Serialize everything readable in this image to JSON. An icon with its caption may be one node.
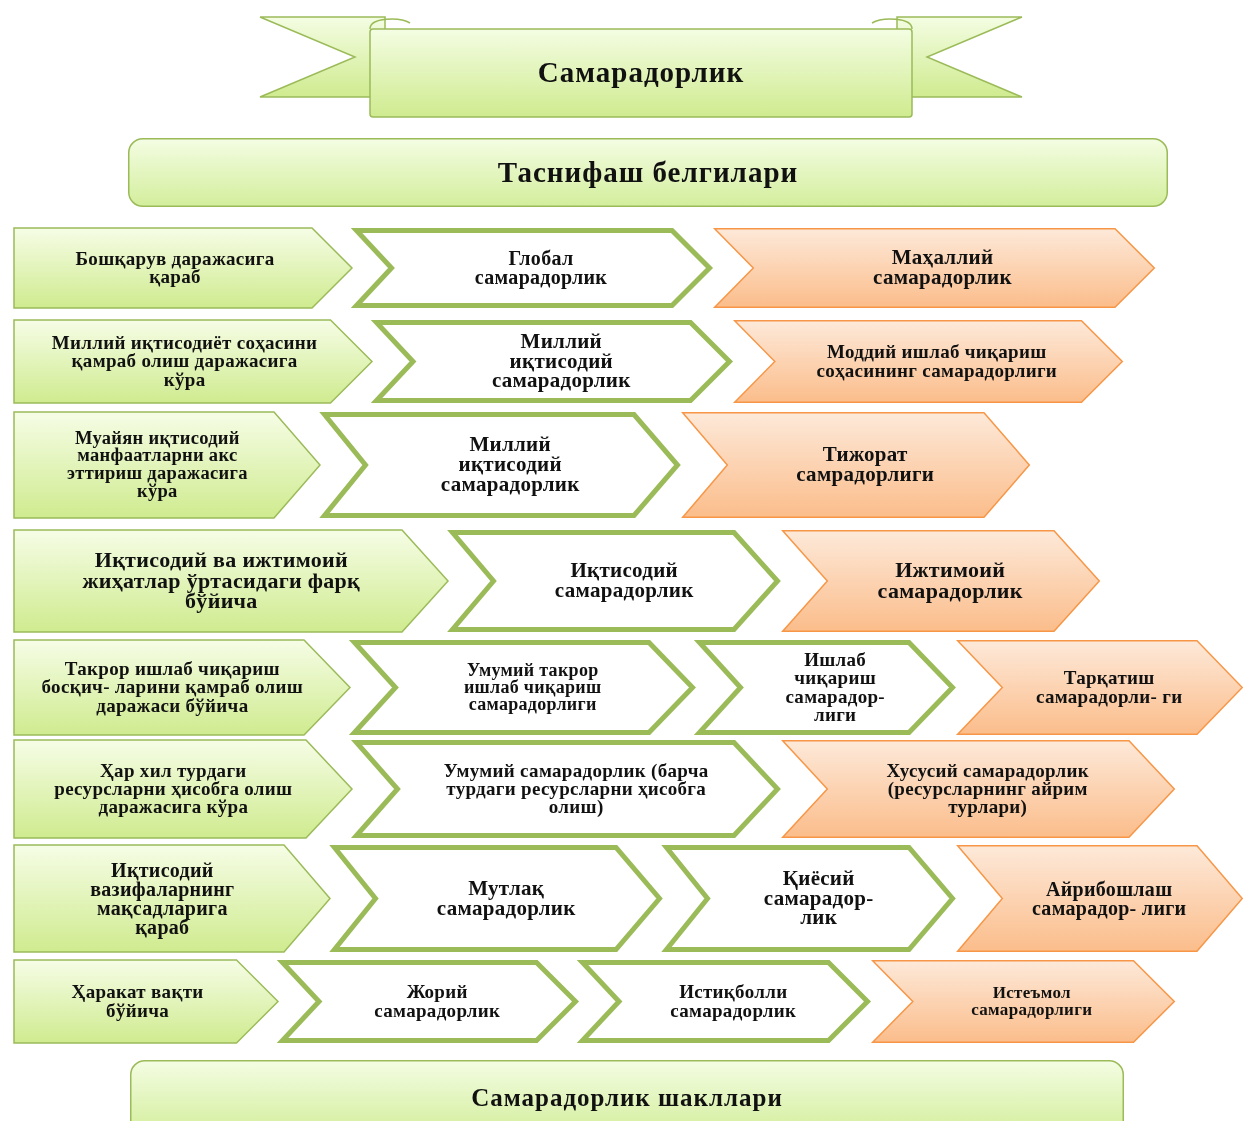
{
  "diagram": {
    "nodes": [
      {
        "text": [
          "Самарадорлик"
        ]
      },
      {
        "text": [
          "Таснифаш белгилари"
        ]
      },
      {
        "text": [
          "Бошқарув даражасига қараб"
        ]
      },
      {
        "text": [
          "Глобал самарадорлик"
        ]
      },
      {
        "text": [
          "Маҳаллий самарадорлик"
        ]
      },
      {
        "text": [
          "Миллий иқтисодиёт соҳасини қамраб олиш даражасига кўра"
        ]
      },
      {
        "text": [
          "Миллий иқтисодий самарадорлик"
        ]
      },
      {
        "text": [
          "Моддий ишлаб чиқариш соҳасининг самарадорлиги"
        ]
      },
      {
        "text": [
          "Муайян иқтисодий манфаатларни акс эттириш даражасига кўра"
        ]
      },
      {
        "text": [
          "Миллий иқтисодий самарадорлик"
        ]
      },
      {
        "text": [
          "Тижорат самрадорлиги"
        ]
      },
      {
        "text": [
          "Иқтисодий ва ижтимоий жиҳатлар ўртасидаги фарқ бўйича"
        ]
      },
      {
        "text": [
          "Иқтисодий самарадорлик"
        ]
      },
      {
        "text": [
          "Ижтимоий самарадорлик"
        ]
      },
      {
        "text": [
          "Такрор ишлаб чиқариш босқич- ларини қамраб олиш даражаси бўйича"
        ]
      },
      {
        "text": [
          "Умумий такрор ишлаб чиқариш самарадорлиги"
        ]
      },
      {
        "text": [
          "Ишлаб чиқариш самарадор- лиги"
        ]
      },
      {
        "text": [
          "Тарқатиш самарадорли- ги"
        ]
      },
      {
        "text": [
          "Ҳар хил турдаги ресурсларни ҳисобга олиш даражасига кўра"
        ]
      },
      {
        "text": [
          "Умумий самарадорлик (барча турдаги ресурсларни ҳисобга олиш)"
        ]
      },
      {
        "text": [
          "Хусусий самарадорлик (ресурсларнинг айрим турлари)"
        ]
      },
      {
        "text": [
          "Иқтисодий вазифаларнинг мақсадларига қараб"
        ]
      },
      {
        "text": [
          "Мутлақ самарадорлик"
        ]
      },
      {
        "text": [
          "Қиёсий самарадор- лик"
        ]
      },
      {
        "text": [
          "Айрибошлаш самарадор- лиги"
        ]
      },
      {
        "text": [
          "Ҳаракат вақти бўйича"
        ]
      },
      {
        "text": [
          "Жорий самарадорлик"
        ]
      },
      {
        "text": [
          "Истиқболли самарадорлик"
        ]
      },
      {
        "text": [
          "Истеъмол самарадорлиги"
        ]
      },
      {
        "text": [
          "Самарадорлик шакллари"
        ]
      }
    ]
  }
}
